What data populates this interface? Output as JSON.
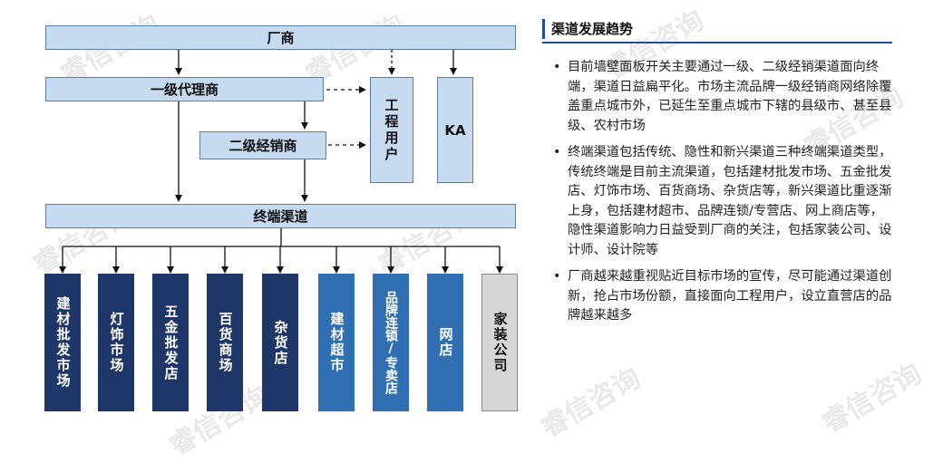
{
  "diagram": {
    "manufacturer": "厂商",
    "level1": "一级代理商",
    "level2": "二级经销商",
    "engineering_user": "工程用户",
    "ka": "KA",
    "terminal": "终端渠道",
    "channels": [
      {
        "label": "建材批发市场",
        "color": "#1f3768"
      },
      {
        "label": "灯饰市场",
        "color": "#1f3768"
      },
      {
        "label": "五金批发店",
        "color": "#1f3768"
      },
      {
        "label": "百货商场",
        "color": "#1f3768"
      },
      {
        "label": "杂货店",
        "color": "#1f3768"
      },
      {
        "label": "建材超市",
        "color": "#2f6fb2"
      },
      {
        "label": "品牌连锁/专卖店",
        "color": "#2f6fb2"
      },
      {
        "label": "网店",
        "color": "#2f6fb2"
      },
      {
        "label": "家装公司",
        "color": "#d7d7d7"
      }
    ]
  },
  "panel": {
    "title": "渠道发展趋势",
    "bullet_symbol": "•",
    "bullets": [
      "目前墙壁面板开关主要通过一级、二级经销渠道面向终端，渠道日益扁平化。市场主流品牌一级经销商网络除覆盖重点城市外，已延生至重点城市下辖的县级市、甚至县级、农村市场",
      "终端渠道包括传统、隐性和新兴渠道三种终端渠道类型，传统终端是目前主流渠道，包括建材批发市场、五金批发店、灯饰市场、百货商场、杂货店等，新兴渠道比重逐渐上身，包括建材超市、品牌连锁/专营店、网上商店等，隐性渠道影响力日益受到厂商的关注，包括家装公司、设计师、设计院等",
      "厂商越来越重视贴近目标市场的宣传，尽可能通过渠道创新，抢占市场份额，直接面向工程用户，设立直营店的品牌越来越多"
    ]
  },
  "watermark": "睿信咨询",
  "colors": {
    "box_fill": "#c6daf0",
    "traditional": "#1f3768",
    "emerging": "#2f6fb2",
    "hidden": "#d7d7d7",
    "accent": "#1f4e9a"
  }
}
